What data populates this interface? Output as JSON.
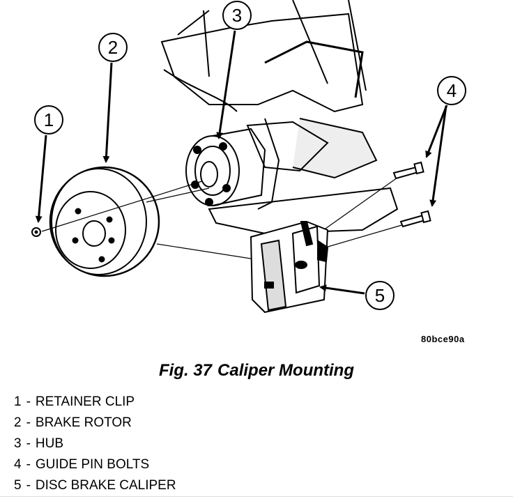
{
  "callouts": [
    "1",
    "2",
    "3",
    "4",
    "5"
  ],
  "drawing_id": "80bce90a",
  "figure": {
    "number_label": "Fig. 37",
    "title": "Caliper Mounting"
  },
  "legend": [
    {
      "num": "1",
      "label": "RETAINER CLIP"
    },
    {
      "num": "2",
      "label": "BRAKE ROTOR"
    },
    {
      "num": "3",
      "label": "HUB"
    },
    {
      "num": "4",
      "label": "GUIDE PIN BOLTS"
    },
    {
      "num": "5",
      "label": "DISC BRAKE CALIPER"
    }
  ]
}
